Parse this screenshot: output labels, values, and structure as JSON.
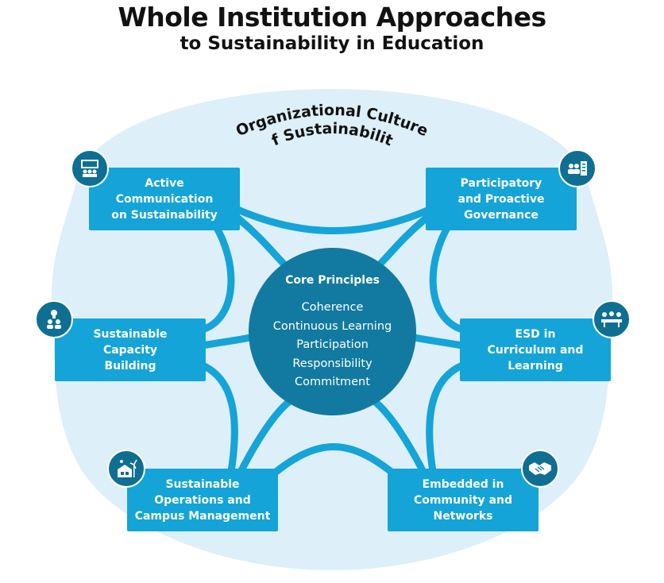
{
  "title": {
    "line1": "Whole Institution  Approaches",
    "line2": "to Sustainability in Education"
  },
  "culture": {
    "line1": "Organizational Culture",
    "line2": "of Sustainability"
  },
  "core": {
    "title": "Core Principles",
    "items": [
      "Coherence",
      "Continuous Learning",
      "Participation",
      "Responsibility",
      "Commitment"
    ]
  },
  "areas": {
    "communication": {
      "label": "Active\nCommunication\non Sustainability",
      "icon": "presentation-icon"
    },
    "governance": {
      "label": "Participatory\nand Proactive\nGovernance",
      "icon": "people-checklist-icon"
    },
    "capacity": {
      "label": "Sustainable\nCapacity\nBuilding",
      "icon": "lightbulb-people-icon"
    },
    "curriculum": {
      "label": "ESD in\nCurriculum and\nLearning",
      "icon": "meeting-table-icon"
    },
    "operations": {
      "label": "Sustainable\nOperations and\nCampus Management",
      "icon": "building-wind-turbine-icon"
    },
    "community": {
      "label": "Embedded in\nCommunity and\nNetworks",
      "icon": "handshake-icon"
    }
  },
  "colors": {
    "background_blob": "#ddeff9",
    "box": "#14a4d8",
    "core": "#127aa0",
    "badge": "#0e6f92",
    "title": "#111111"
  }
}
